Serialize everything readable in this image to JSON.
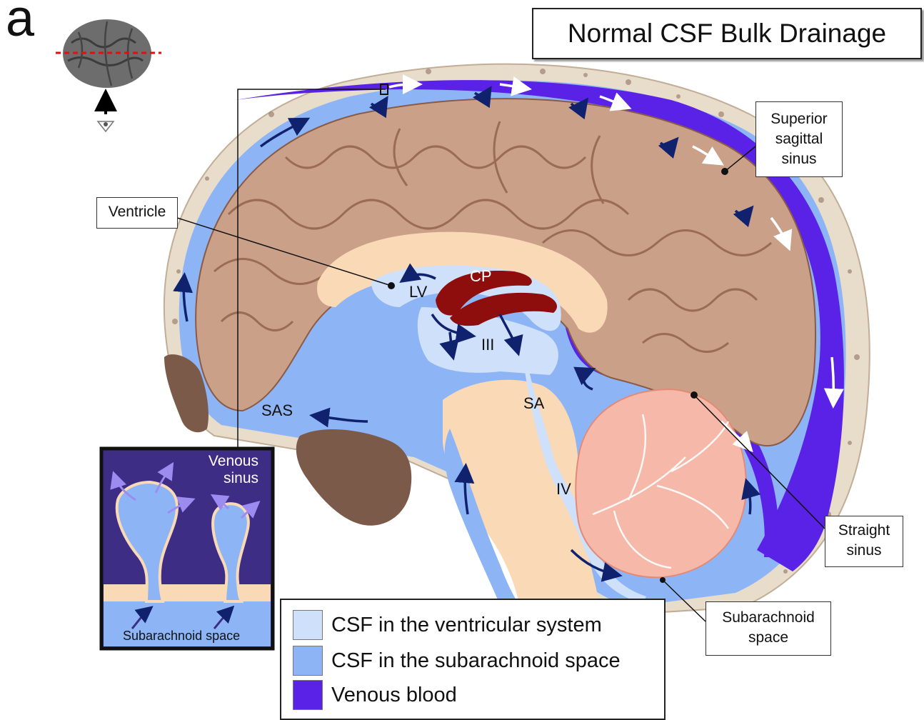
{
  "panel_letter": "a",
  "title": "Normal CSF Bulk Drainage",
  "callouts": {
    "superior_sagittal_sinus": "Superior sagittal sinus",
    "ventricle": "Ventricle",
    "straight_sinus": "Straight sinus",
    "subarachnoid_space": "Subarachnoid space"
  },
  "labels": {
    "lv": "LV",
    "cp": "CP",
    "iii": "III",
    "sa": "SA",
    "sas": "SAS",
    "iv": "IV"
  },
  "inset": {
    "venous_sinus": "Venous sinus",
    "subarachnoid_space": "Subarachnoid space"
  },
  "legend": [
    {
      "label": "CSF in the ventricular system",
      "color": "#cfe0fb"
    },
    {
      "label": "CSF in the subarachnoid space",
      "color": "#8db5f5"
    },
    {
      "label": "Venous blood",
      "color": "#5a22e6"
    }
  ],
  "colors": {
    "brain": "#caa089",
    "csf_ventricular": "#cfe0fb",
    "csf_subarachnoid": "#8db5f5",
    "venous_blood": "#5a22e6",
    "choroid_plexus": "#8e0d0d",
    "cerebellum": "#f6b8a8",
    "brainstem": "#f9d9b6",
    "skull": "#e8dccb",
    "arrow_dark": "#10226e",
    "inset_bg": "#3d2d85"
  }
}
